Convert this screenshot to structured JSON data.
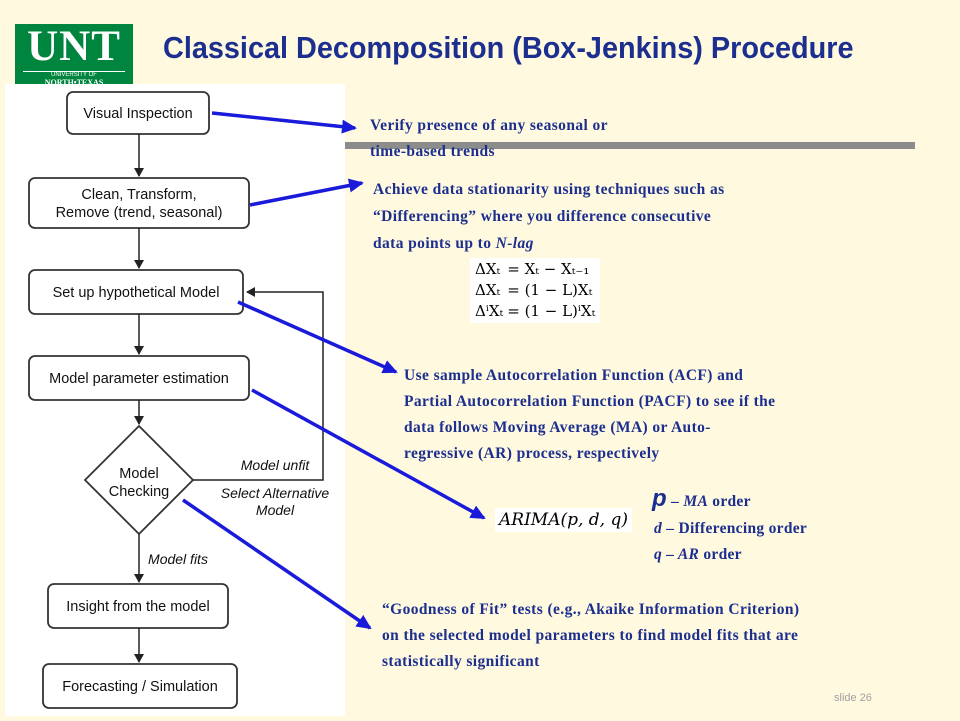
{
  "logo": {
    "main": "UNT",
    "line1": "UNIVERSITY OF",
    "line2": "NORTH•TEXAS"
  },
  "title": "Classical Decomposition (Box-Jenkins) Procedure",
  "flowchart": {
    "boxes": [
      "Visual Inspection",
      "Clean, Transform,",
      "Remove (trend, seasonal)",
      "Set up hypothetical Model",
      "Model parameter estimation",
      "Insight from the model",
      "Forecasting / Simulation"
    ],
    "diamond": [
      "Model",
      "Checking"
    ],
    "labels": {
      "unfit": "Model unfit",
      "alt1": "Select Alternative",
      "alt2": "Model",
      "fits": "Model fits"
    }
  },
  "notes": {
    "n1": [
      "Verify presence of any seasonal or",
      "time-based trends"
    ],
    "n2_l1": "Achieve data stationarity using techniques such as",
    "n2_l2": "“Differencing” where you difference consecutive",
    "n2_l3a": "data points up to ",
    "n2_l3b": "N-lag",
    "n3": [
      "Use sample Autocorrelation Function (ACF) and",
      "Partial Autocorrelation Function (PACF) to see if the",
      "data follows Moving Average (MA) or Auto-",
      "regressive (AR) process, respectively"
    ],
    "n4": [
      "“Goodness of Fit” tests (e.g., Akaike Information Criterion)",
      "on the selected model parameters to find model fits that are",
      "statistically significant"
    ]
  },
  "equations": [
    {
      "lhs": "ΔXₜ",
      "rhs": "= Xₜ − Xₜ₋₁"
    },
    {
      "lhs": "ΔXₜ",
      "rhs": "= (1 − L)Xₜ"
    },
    {
      "lhs": "ΔⁱXₜ",
      "rhs": "= (1 − L)ⁱXₜ"
    }
  ],
  "arima": "ARIMA(p, d, q)",
  "params": {
    "p_sym": "p",
    "p_text": " – MA",
    "p_rest": " order",
    "d_sym": "d",
    "d_text": " – Differencing order",
    "q_sym": "q",
    "q_text": " – ",
    "q_ar": "AR",
    "q_rest": " order"
  },
  "slide_number": "slide 26",
  "colors": {
    "background": "#fff9df",
    "title": "#1c2f8f",
    "arrow": "#1a1adb",
    "logo": "#00853e"
  }
}
